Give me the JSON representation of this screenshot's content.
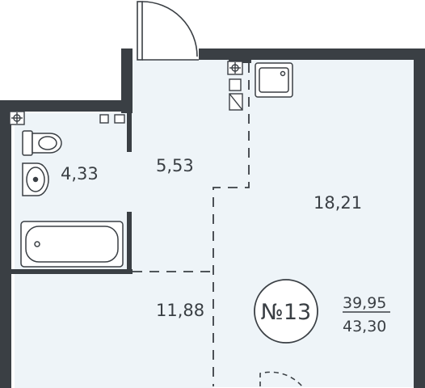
{
  "plan": {
    "rooms": [
      {
        "id": "bathroom",
        "area": "4,33"
      },
      {
        "id": "hallway",
        "area": "5,53"
      },
      {
        "id": "living-room",
        "area": "18,21"
      },
      {
        "id": "kitchen-zone",
        "area": "11,88"
      }
    ],
    "apartment": {
      "number": "№13",
      "living_area": "39,95",
      "total_area": "43,30"
    },
    "colors": {
      "wall": "#3a3f44",
      "floor_tint": "#eef4f8",
      "line": "#3a3f44"
    },
    "icons": [
      "ventilation-icon",
      "toilet-icon",
      "sink-icon",
      "bathtub-icon",
      "kitchen-sink-icon",
      "door-icon"
    ]
  }
}
